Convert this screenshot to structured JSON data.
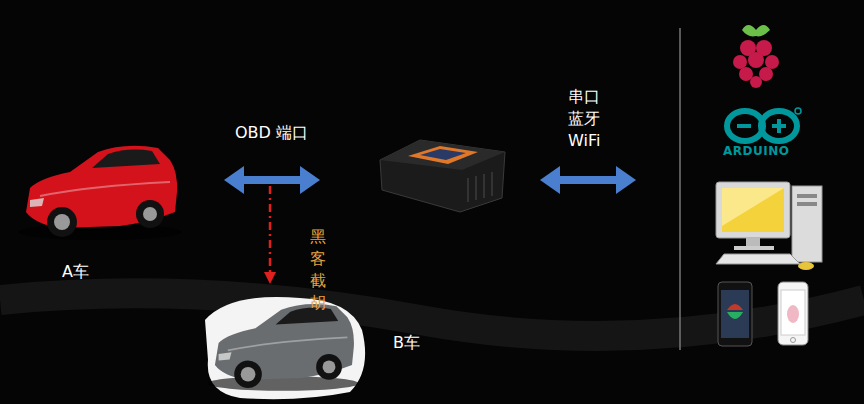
{
  "diagram": {
    "nodes": [
      {
        "text": [
          "A车"
        ]
      },
      {
        "text": [
          "B车"
        ]
      }
    ],
    "labels": [
      "OBD 端口",
      "黑客 截胡",
      "串口 蓝牙 WiFi",
      "ARDUINO"
    ]
  }
}
